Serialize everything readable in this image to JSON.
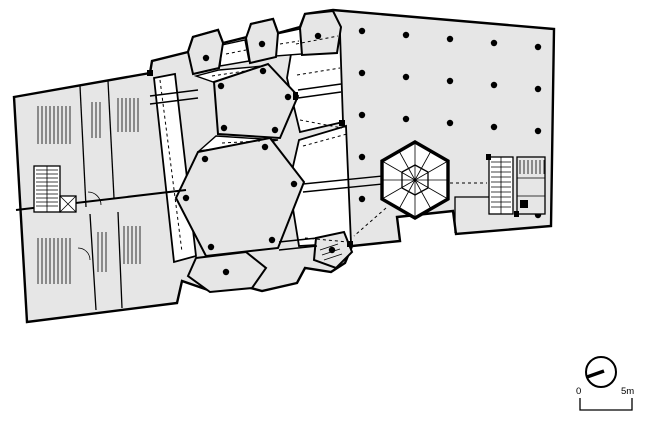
{
  "document": {
    "type": "architectural floor plan",
    "background_color": "#ffffff",
    "floor_fill_color": "#e6e6e6",
    "wall_color": "#000000",
    "void_color": "#ffffff"
  },
  "scale_bar": {
    "start_label": "0",
    "end_label": "5m"
  },
  "symbols": {
    "north_arrow": "north-arrow-icon",
    "column_marker": "column-dot",
    "stair_core": "hexagonal-spiral-stair"
  }
}
